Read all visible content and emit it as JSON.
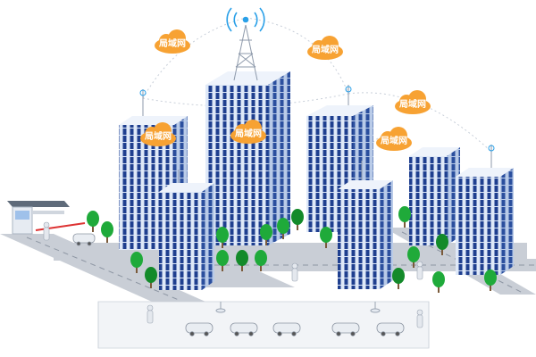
{
  "clouds": [
    {
      "label": "局域网"
    },
    {
      "label": "局域网"
    },
    {
      "label": "局域网"
    },
    {
      "label": "局域网"
    },
    {
      "label": "局域网"
    },
    {
      "label": "局域网"
    }
  ],
  "colors": {
    "cloud": "#f7a233",
    "building_face": "#dfe9f8",
    "building_window": "#1f3f8f",
    "building_side": "#b9cbe8",
    "road": "#c9ced6",
    "road_line": "#8d96a3",
    "tree": "#1faa3a",
    "tree_dark": "#138a2a",
    "signal": "#2aa0e8",
    "ground": "#eef1f5"
  },
  "icons": [
    "antenna-tower-icon",
    "cloud-icon",
    "tree-icon",
    "car-icon",
    "worker-icon",
    "gatehouse-icon"
  ]
}
